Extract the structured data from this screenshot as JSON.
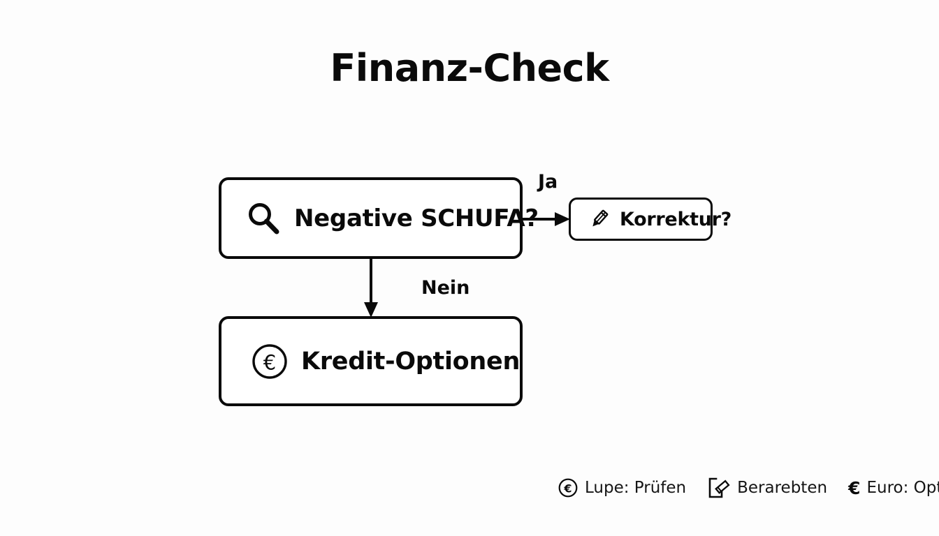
{
  "page": {
    "title": "Finanz-Check",
    "background_color": "#fdfdfd",
    "ink_color": "#0a0a0a"
  },
  "diagram": {
    "type": "flowchart",
    "nodes": [
      {
        "id": "schufa",
        "label": "Negative SCHUFA?",
        "icon": "magnifier-icon",
        "shape": "rounded-rect"
      },
      {
        "id": "korrektur",
        "label": "Korrektur?",
        "icon": "pencil-icon",
        "shape": "rounded-rect"
      },
      {
        "id": "kredit",
        "label": "Kredit-Optionen",
        "icon": "euro-circle-icon",
        "shape": "rounded-rect"
      }
    ],
    "edges": [
      {
        "from": "schufa",
        "to": "korrektur",
        "label": "Ja",
        "direction": "right"
      },
      {
        "from": "schufa",
        "to": "kredit",
        "label": "Nein",
        "direction": "down"
      }
    ]
  },
  "legend": {
    "items": [
      {
        "icon": "euro-circle-icon",
        "text": "Lupe: Prüfen"
      },
      {
        "icon": "note-pencil-icon",
        "text": "Berarebten"
      },
      {
        "icon": "euro-glyph-icon",
        "text": "Euro: Optionen"
      }
    ]
  }
}
